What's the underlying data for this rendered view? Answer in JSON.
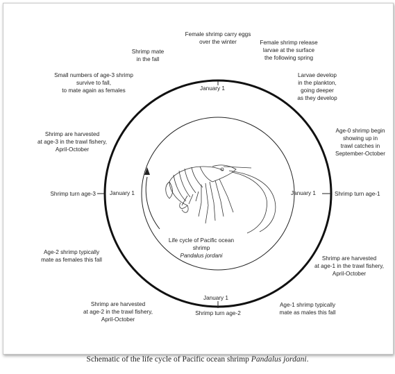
{
  "diagram": {
    "center": {
      "title": "Life cycle of Pacific ocean shrimp",
      "species": "Pandalus jordani"
    },
    "january_labels": {
      "top": "January 1",
      "left": "January 1",
      "right": "January 1",
      "bottom": "January 1"
    },
    "events": {
      "female_carry_eggs": "Female shrimp carry eggs\nover the winter",
      "female_release_larvae": "Female shrimp release\nlarvae at the surface\nthe following spring",
      "larvae_develop": "Larvae develop\nin the plankton,\ngoing deeper\nas they develop",
      "age0_trawl": "Age-0 shrimp begin\nshowing up in\ntrawl catches in\nSeptember-October",
      "turn_age1": "Shrimp turn age-1",
      "harvest_age1": "Shrimp are harvested\nat age-1 in the trawl fishery,\nApril-October",
      "age1_males": "Age-1 shrimp typically\nmate as males this fall",
      "turn_age2": "Shrimp turn age-2",
      "harvest_age2": "Shrimp are harvested\nat age-2 in the trawl fishery,\nApril-October",
      "age2_females": "Age-2 shrimp typically\nmate as females this fall",
      "turn_age3": "Shrimp turn age-3",
      "harvest_age3": "Shrimp are harvested\nat age-3 in the trawl fishery,\nApril-October",
      "age3_survive": "Small numbers of age-3 shrimp\nsurvive to fall,\nto mate again as females",
      "shrimp_mate": "Shrimp mate\nin the fall"
    }
  },
  "caption": {
    "prefix": "Schematic of the life cycle of Pacific ocean shrimp ",
    "species": "Pandalus jordani",
    "suffix": "."
  }
}
